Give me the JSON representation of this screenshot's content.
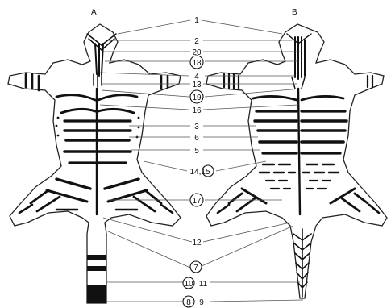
{
  "panels": {
    "left": "A",
    "right": "B"
  },
  "labels": [
    "1",
    "2",
    "20",
    "18",
    "4",
    "13",
    "19",
    "16",
    "3",
    "6",
    "5",
    "14,15",
    "17",
    "12",
    "7",
    "10",
    "11",
    "8",
    "9"
  ],
  "circled": [
    "18",
    "19",
    "15",
    "17",
    "7",
    "10",
    "8"
  ],
  "colors": {
    "ink": "#111111",
    "leader": "#555555",
    "background": "#ffffff"
  }
}
